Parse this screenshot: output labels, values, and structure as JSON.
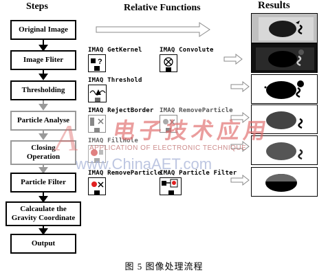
{
  "headers": {
    "steps": "Steps",
    "functions": "Relative Functions",
    "results": "Results"
  },
  "steps": [
    {
      "lines": [
        "Original Image"
      ]
    },
    {
      "lines": [
        "Image Fliter"
      ]
    },
    {
      "lines": [
        "Thresholding"
      ]
    },
    {
      "lines": [
        "Particle Analyse"
      ]
    },
    {
      "lines": [
        "Closing",
        "Operation"
      ]
    },
    {
      "lines": [
        "Particle Filter"
      ]
    },
    {
      "lines": [
        "Calcaulate the",
        "Gravity Coordinate"
      ]
    },
    {
      "lines": [
        "Output"
      ]
    }
  ],
  "functions": {
    "get_kernel": "IMAQ GetKernel",
    "convolute": "IMAQ Convolute",
    "threshold": "IMAQ Threshold",
    "reject_border": "IMAQ RejectBorder",
    "remove_particle_1": "IMAQ RemoveParticle",
    "fill_hole": "IMAQ FillHole",
    "remove_particle_2": "IMAQ RemoveParticle",
    "particle_filter": "IMAQ Particle Filter"
  },
  "watermark": {
    "cn": "电子技术应用",
    "en": "APPLICATION OF ELECTRONIC TECHNIQUE",
    "url": "www.ChinaAET.com"
  },
  "caption": "图 5   图像处理流程",
  "colors": {
    "connector": "#999999",
    "step_border": "#000000",
    "watermark": "#e06a6a"
  }
}
